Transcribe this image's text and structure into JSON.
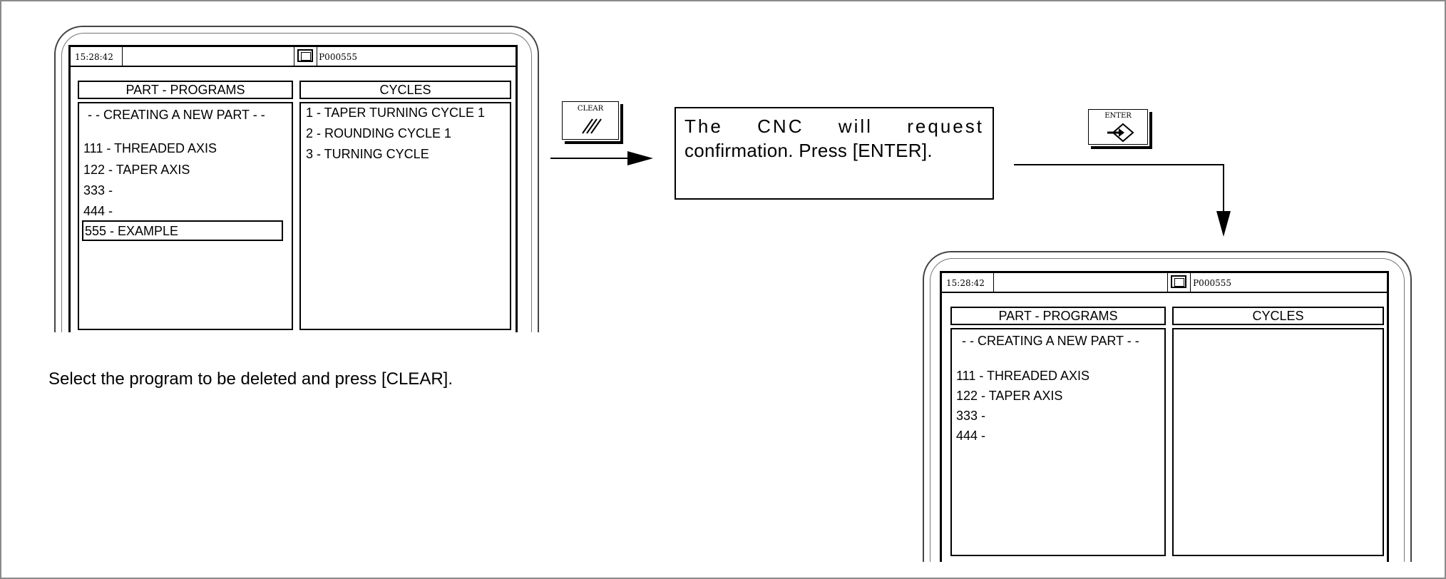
{
  "screen1": {
    "time": "15:28:42",
    "program": "P000555",
    "left_header": "PART - PROGRAMS",
    "right_header": "CYCLES",
    "left_lines": [
      "- - CREATING A NEW PART - -",
      "111 - THREADED AXIS",
      "122 - TAPER AXIS",
      "333 -",
      "444 -"
    ],
    "selected_line": "555 - EXAMPLE",
    "right_lines": [
      "1 - TAPER TURNING CYCLE 1",
      "2 - ROUNDING CYCLE 1",
      "3 - TURNING CYCLE"
    ]
  },
  "caption": "Select the program to be deleted and press [CLEAR].",
  "clear_key": {
    "label": "CLEAR",
    "icon": "double-slash-icon"
  },
  "message": {
    "words_line1": [
      "The",
      "CNC",
      "will",
      "request"
    ],
    "line2": "confirmation. Press [ENTER]."
  },
  "enter_key": {
    "label": "ENTER",
    "icon": "enter-arrow-icon"
  },
  "screen2": {
    "time": "15:28:42",
    "program": "P000555",
    "left_header": "PART - PROGRAMS",
    "right_header": "CYCLES",
    "left_lines": [
      "- - CREATING A NEW PART - -",
      "111 - THREADED AXIS",
      "122 - TAPER AXIS",
      "333 -",
      "444 -"
    ]
  }
}
